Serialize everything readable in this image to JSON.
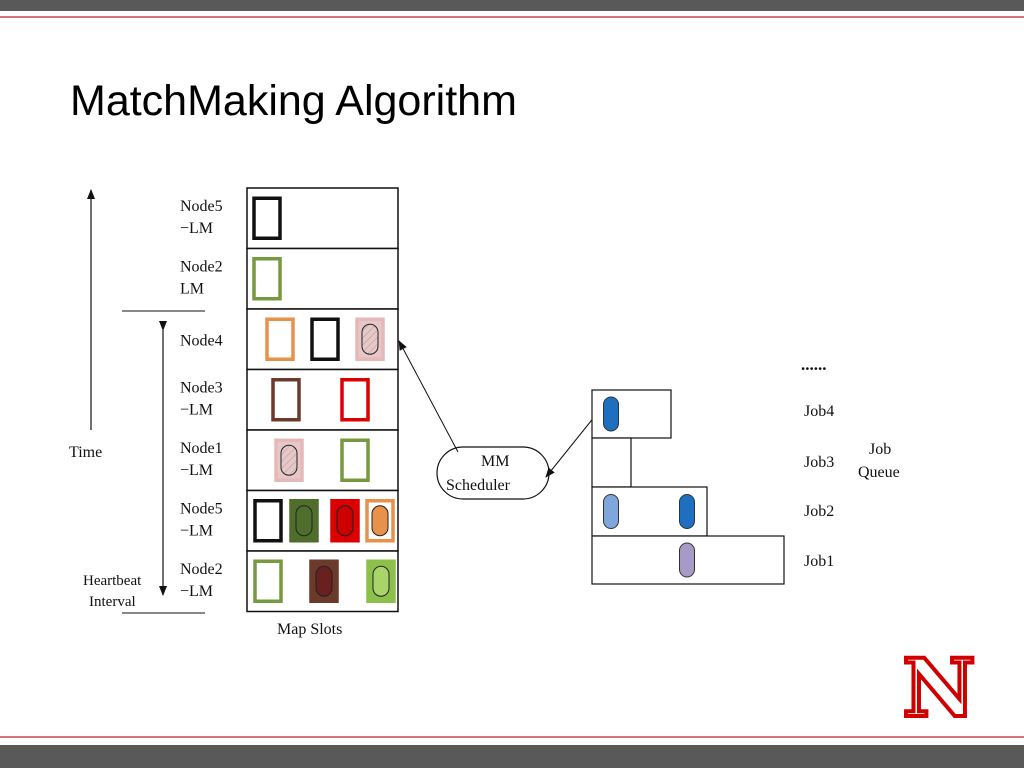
{
  "slide": {
    "title": "MatchMaking Algorithm"
  },
  "diagram": {
    "time_label": "Time",
    "heartbeat_label": [
      "Heartbeat",
      "Interval"
    ],
    "map_slots_label": "Map Slots",
    "scheduler_label": [
      "MM",
      "Scheduler"
    ],
    "job_queue_label": [
      "Job",
      "Queue"
    ],
    "ellipsis": "......",
    "nodes": [
      {
        "name": [
          "Node5",
          "−LM"
        ],
        "slots": [
          {
            "kind": "empty",
            "color": "#111111"
          }
        ]
      },
      {
        "name": [
          "Node2",
          "LM"
        ],
        "slots": [
          {
            "kind": "empty",
            "color": "#77993f"
          }
        ]
      },
      {
        "name": [
          "Node4"
        ],
        "slots": [
          {
            "kind": "empty",
            "color": "#e8914a"
          },
          {
            "kind": "empty",
            "color": "#111111"
          },
          {
            "kind": "task",
            "color": "#e6b8b8",
            "fill": "#e6c8c8",
            "pill": "#e6c8c8",
            "hatch": true
          }
        ]
      },
      {
        "name": [
          "Node3",
          "−LM"
        ],
        "slots": [
          {
            "kind": "empty",
            "color": "#6b3a2a"
          },
          {
            "kind": "empty",
            "color": "#dd0000"
          }
        ]
      },
      {
        "name": [
          "Node1",
          "−LM"
        ],
        "slots": [
          {
            "kind": "task",
            "color": "#e6b8b8",
            "fill": "#e6c8c8",
            "pill": "#e6c8c8",
            "hatch": true
          },
          {
            "kind": "empty",
            "color": "#77993f"
          }
        ]
      },
      {
        "name": [
          "Node5",
          "−LM"
        ],
        "slots": [
          {
            "kind": "empty",
            "color": "#111111"
          },
          {
            "kind": "task",
            "color": "#4f6e2b",
            "fill": "#4f6e2b",
            "pill": "#4f6e2b"
          },
          {
            "kind": "task",
            "color": "#dd0000",
            "fill": "#dd0000",
            "pill": "#cc0000"
          },
          {
            "kind": "task",
            "color": "#e8914a",
            "fill": "#ffffff",
            "pill": "#e8914a"
          }
        ]
      },
      {
        "name": [
          "Node2",
          "−LM"
        ],
        "slots": [
          {
            "kind": "empty",
            "color": "#77993f"
          },
          {
            "kind": "task",
            "color": "#6b3a2a",
            "fill": "#6b3a2a",
            "pill": "#6b2020"
          },
          {
            "kind": "task",
            "color": "#8cc04a",
            "fill": "#8cc04a",
            "pill": "#a8d46a"
          }
        ]
      }
    ],
    "jobs": [
      {
        "name": "Job4",
        "tasks": [
          {
            "color": "#1f6fc0"
          }
        ]
      },
      {
        "name": "Job3",
        "tasks": []
      },
      {
        "name": "Job2",
        "tasks": [
          {
            "color": "#7fa6dd"
          },
          {
            "color": "#1f6fc0"
          }
        ]
      },
      {
        "name": "Job1",
        "tasks": [
          {
            "color": "#a89ac8"
          }
        ]
      }
    ]
  },
  "logo": {
    "letter": "N",
    "color": "#d00000"
  }
}
